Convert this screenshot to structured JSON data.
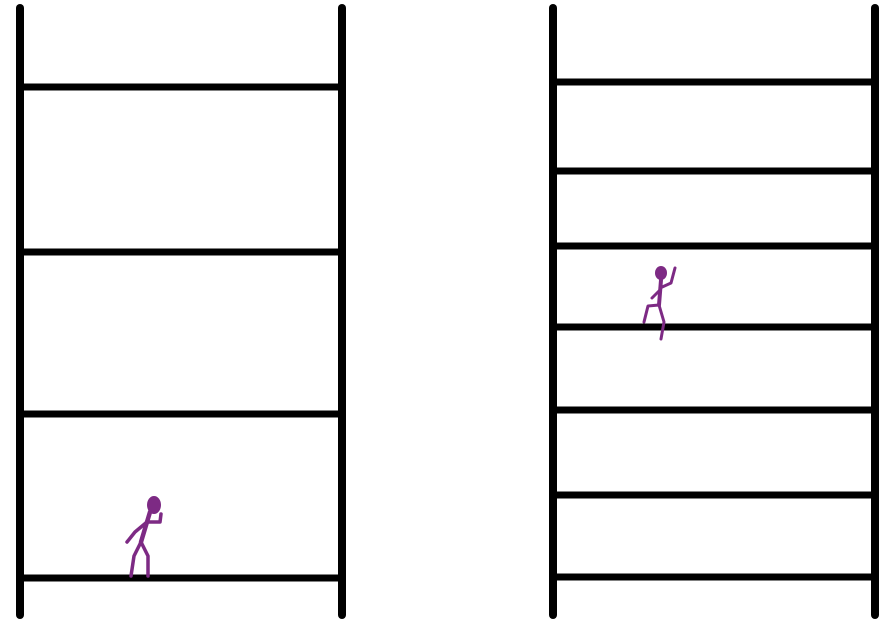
{
  "colors": {
    "background": "#ffffff",
    "ladder": "#000000",
    "figure": "#7d2a84"
  },
  "diagram": {
    "ladders": [
      {
        "id": "left-ladder",
        "rung_count": 4,
        "figure": {
          "name": "stick-figure-struggling",
          "pose": "hand-on-head",
          "standing_on_rung": 1
        }
      },
      {
        "id": "right-ladder",
        "rung_count": 7,
        "figure": {
          "name": "stick-figure-climbing",
          "pose": "climbing",
          "standing_on_rung": 4
        }
      }
    ]
  }
}
